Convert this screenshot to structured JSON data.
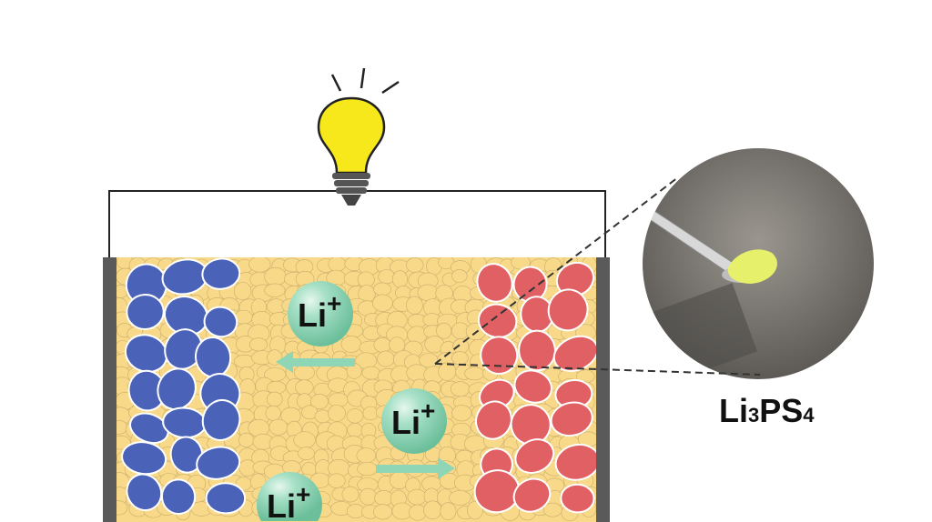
{
  "ion_label": {
    "base": "Li",
    "charge": "+"
  },
  "material_label": {
    "parts": [
      "Li",
      "3",
      "PS",
      "4"
    ]
  },
  "colors": {
    "electrolyte": "#f8d98a",
    "anode_particles": "#4a63b8",
    "cathode_particles": "#e06064",
    "ion": "#8fd6b6",
    "bulb": "#f6e81a",
    "electrode_wall": "#5a5a5a",
    "powder": "#e6f06a"
  },
  "icons": [
    "light-bulb-icon",
    "arrow-left-icon",
    "arrow-right-icon"
  ]
}
